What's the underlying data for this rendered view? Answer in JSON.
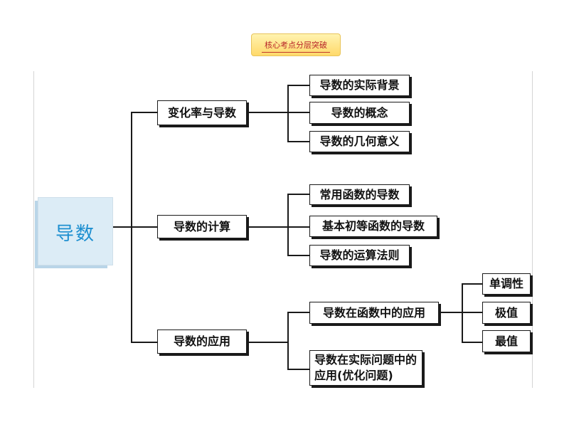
{
  "header": {
    "title": "核心考点分层突破"
  },
  "diagram": {
    "root": "导数",
    "branches": [
      {
        "label": "变化率与导数",
        "children": [
          "导数的实际背景",
          "导数的概念",
          "导数的几何意义"
        ]
      },
      {
        "label": "导数的计算",
        "children": [
          "常用函数的导数",
          "基本初等函数的导数",
          "导数的运算法则"
        ]
      },
      {
        "label": "导数的应用",
        "children": [
          {
            "label": "导数在函数中的应用",
            "children": [
              "单调性",
              "极值",
              "最值"
            ]
          },
          {
            "label": "导数在实际问题中的应用(优化问题)"
          }
        ]
      }
    ]
  }
}
